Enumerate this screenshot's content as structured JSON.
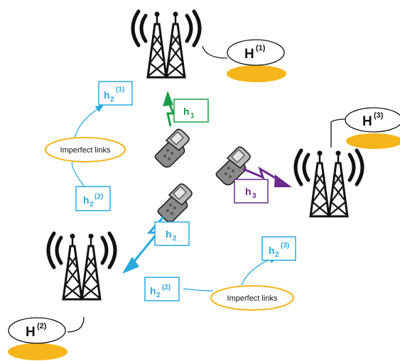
{
  "matrices": {
    "H1": {
      "base": "H",
      "sup": "(1)"
    },
    "H2": {
      "base": "H",
      "sup": "(2)"
    },
    "H3": {
      "base": "H",
      "sup": "(3)"
    }
  },
  "channels": {
    "h1": {
      "base": "h",
      "sub": "1"
    },
    "h2": {
      "base": "h",
      "sub": "2"
    },
    "h3": {
      "base": "h",
      "sub": "3"
    }
  },
  "estimates": {
    "top_upper": {
      "base": "h",
      "sub": "2",
      "sup": "(1)"
    },
    "top_lower": {
      "base": "h",
      "sub": "2",
      "sup": "(2)"
    },
    "bottom_left": {
      "base": "h",
      "sub": "2",
      "sup": "(2)"
    },
    "bottom_right": {
      "base": "h",
      "sub": "2",
      "sup": "(3)"
    }
  },
  "labels": {
    "imperfect_links_1": "Imperfect links",
    "imperfect_links_2": "Imperfect links"
  },
  "colors": {
    "green": "#1a9e48",
    "blue": "#29a8e0",
    "purple": "#6a2a8e",
    "gold": "#f5b51b",
    "tower": "#111111"
  }
}
